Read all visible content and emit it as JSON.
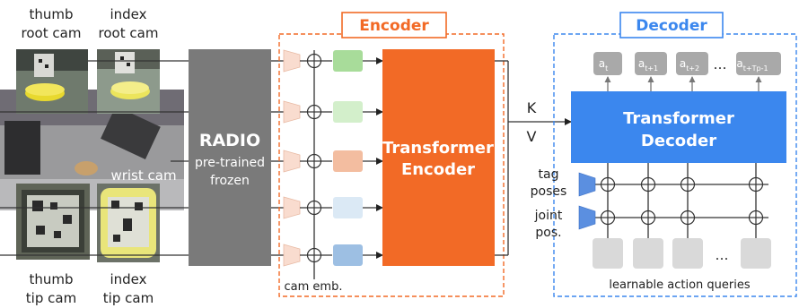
{
  "camera_labels": {
    "thumb_root": [
      "thumb",
      "root cam"
    ],
    "index_root": [
      "index",
      "root cam"
    ],
    "wrist": "wrist cam",
    "thumb_tip": [
      "thumb",
      "tip cam"
    ],
    "index_tip": [
      "index",
      "tip cam"
    ]
  },
  "radio": {
    "title": "RADIO",
    "subtitle_1": "pre-trained",
    "subtitle_2": "frozen"
  },
  "encoder": {
    "header": "Encoder",
    "block_1": "Transformer",
    "block_2": "Encoder",
    "cam_emb": "cam emb.",
    "embedding_colors": [
      "#a8dc9a",
      "#d3efcb",
      "#f3bda0",
      "#dbe9f5",
      "#9dbfe3"
    ]
  },
  "kv": {
    "k": "K",
    "v": "V"
  },
  "decoder": {
    "header": "Decoder",
    "block_1": "Transformer",
    "block_2": "Decoder",
    "tag_poses": [
      "tag",
      "poses"
    ],
    "joint_pos": [
      "joint",
      "pos."
    ],
    "queries_caption": "learnable action queries",
    "ellipsis": "…",
    "outputs": [
      {
        "base": "a",
        "sub": "t"
      },
      {
        "base": "a",
        "sub": "t+1"
      },
      {
        "base": "a",
        "sub": "t+2"
      },
      {
        "base": "a",
        "sub": "t+Tp-1"
      }
    ]
  },
  "colors": {
    "encoder_orange": "#f26a26",
    "decoder_blue": "#3b87ee",
    "radio_gray": "#7a7a7a",
    "output_gray": "#a9a9a9",
    "query_gray": "#d9d9d9"
  }
}
